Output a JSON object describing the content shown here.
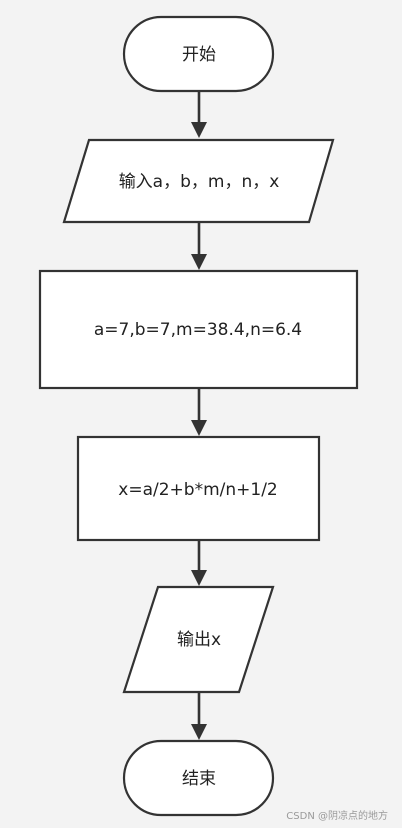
{
  "flowchart": {
    "colors": {
      "background": "#f3f3f3",
      "fill": "#ffffff",
      "stroke": "#333333",
      "text": "#222222"
    },
    "nodes": [
      {
        "id": "start",
        "kind": "terminator",
        "text": "开始"
      },
      {
        "id": "input",
        "kind": "io",
        "text": "输入a，b，m，n，x"
      },
      {
        "id": "assign",
        "kind": "process",
        "text": "a=7,b=7,m=38.4,n=6.4"
      },
      {
        "id": "compute",
        "kind": "process",
        "text": "x=a/2+b*m/n+1/2"
      },
      {
        "id": "output",
        "kind": "io",
        "text": "输出x"
      },
      {
        "id": "end",
        "kind": "terminator",
        "text": "结束"
      }
    ],
    "edges": [
      {
        "from": "start",
        "to": "input"
      },
      {
        "from": "input",
        "to": "assign"
      },
      {
        "from": "assign",
        "to": "compute"
      },
      {
        "from": "compute",
        "to": "output"
      },
      {
        "from": "output",
        "to": "end"
      }
    ]
  },
  "watermark": {
    "text": "CSDN @阴凉点的地方"
  }
}
